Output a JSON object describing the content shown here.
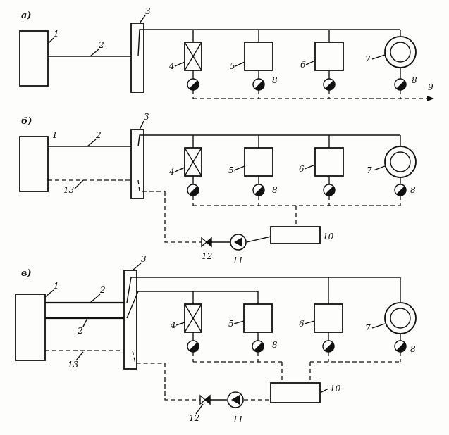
{
  "sections": {
    "a": "а)",
    "b": "б)",
    "c": "в)"
  },
  "labels": {
    "n1": "1",
    "n2": "2",
    "n3": "3",
    "n4": "4",
    "n5": "5",
    "n6": "6",
    "n7": "7",
    "n8": "8",
    "n9": "9",
    "n10": "10",
    "n11": "11",
    "n12": "12",
    "n13": "13"
  }
}
